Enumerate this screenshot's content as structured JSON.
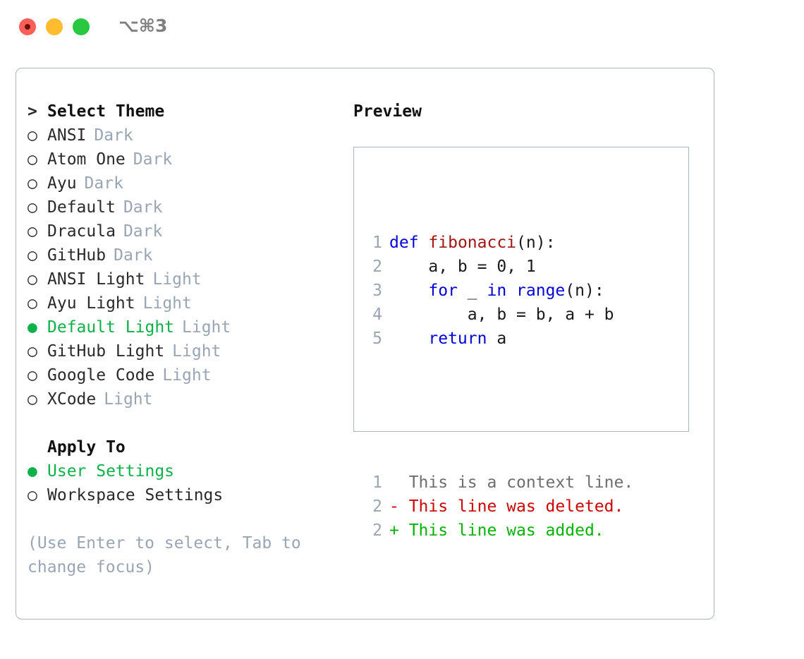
{
  "window": {
    "title": "⌥⌘3",
    "traffic_lights": [
      "close-light",
      "minimize-light",
      "zoom-light"
    ]
  },
  "theme_picker": {
    "prompt_marker": ">",
    "prompt_label": "Select Theme",
    "unselected_marker": "○",
    "selected_marker": "●",
    "accent_color": "#0cb14a",
    "tag_color": "#9aa5b4",
    "items": [
      {
        "marker": "○",
        "label": "ANSI",
        "tag": "Dark",
        "selected": false
      },
      {
        "marker": "○",
        "label": "Atom One",
        "tag": "Dark",
        "selected": false
      },
      {
        "marker": "○",
        "label": "Ayu",
        "tag": "Dark",
        "selected": false
      },
      {
        "marker": "○",
        "label": "Default",
        "tag": "Dark",
        "selected": false
      },
      {
        "marker": "○",
        "label": "Dracula",
        "tag": "Dark",
        "selected": false
      },
      {
        "marker": "○",
        "label": "GitHub",
        "tag": "Dark",
        "selected": false
      },
      {
        "marker": "○",
        "label": "ANSI Light",
        "tag": "Light",
        "selected": false
      },
      {
        "marker": "○",
        "label": "Ayu Light",
        "tag": "Light",
        "selected": false
      },
      {
        "marker": "●",
        "label": "Default Light",
        "tag": "Light",
        "selected": true
      },
      {
        "marker": "○",
        "label": "GitHub Light",
        "tag": "Light",
        "selected": false
      },
      {
        "marker": "○",
        "label": "Google Code",
        "tag": "Light",
        "selected": false
      },
      {
        "marker": "○",
        "label": "XCode",
        "tag": "Light",
        "selected": false
      }
    ]
  },
  "apply_to": {
    "heading": "Apply To",
    "items": [
      {
        "marker": "●",
        "label": "User Settings",
        "selected": true
      },
      {
        "marker": "○",
        "label": "Workspace Settings",
        "selected": false
      }
    ]
  },
  "hint": "(Use Enter to select, Tab to change focus)",
  "preview": {
    "title": "Preview",
    "code_lines": [
      {
        "no": "1",
        "tokens": [
          {
            "t": "def",
            "c": "kw"
          },
          {
            "t": " ",
            "c": "plain"
          },
          {
            "t": "fibonacci",
            "c": "fn"
          },
          {
            "t": "(n):",
            "c": "plain"
          }
        ]
      },
      {
        "no": "2",
        "tokens": [
          {
            "t": "    a, b = 0, 1",
            "c": "plain"
          }
        ]
      },
      {
        "no": "3",
        "tokens": [
          {
            "t": "    ",
            "c": "plain"
          },
          {
            "t": "for",
            "c": "kw"
          },
          {
            "t": " _ ",
            "c": "plain"
          },
          {
            "t": "in",
            "c": "kw"
          },
          {
            "t": " ",
            "c": "plain"
          },
          {
            "t": "range",
            "c": "kw"
          },
          {
            "t": "(n):",
            "c": "plain"
          }
        ]
      },
      {
        "no": "4",
        "tokens": [
          {
            "t": "        a, b = b, a + b",
            "c": "plain"
          }
        ]
      },
      {
        "no": "5",
        "tokens": [
          {
            "t": "    ",
            "c": "plain"
          },
          {
            "t": "return",
            "c": "kw"
          },
          {
            "t": " a",
            "c": "plain"
          }
        ]
      }
    ],
    "diff_lines": [
      {
        "no": "1",
        "text": "  This is a context line.",
        "kind": "ctx"
      },
      {
        "no": "2",
        "text": "- This line was deleted.",
        "kind": "del"
      },
      {
        "no": "2",
        "text": "+ This line was added.",
        "kind": "add"
      }
    ]
  }
}
